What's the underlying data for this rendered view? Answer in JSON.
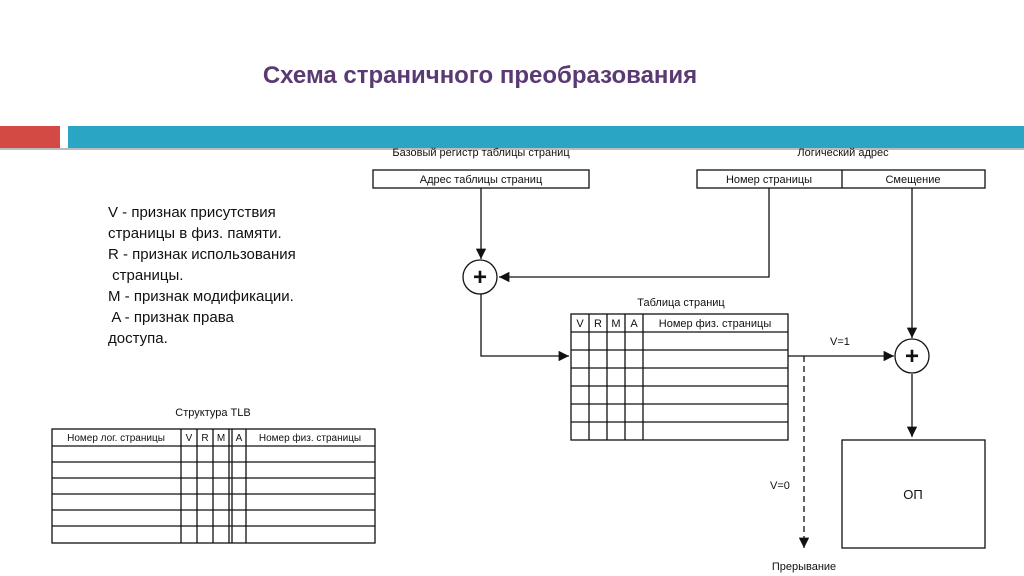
{
  "title": "Схема страничного преобразования",
  "legend": [
    "V - признак присутствия",
    "страницы в физ. памяти.",
    "R - признак использования",
    " страницы.",
    "M - признак модификации.",
    " A - признак права",
    "доступа."
  ],
  "diagram": {
    "base_register_caption": "Базовый регистр таблицы страниц",
    "base_register_box": "Адрес таблицы страниц",
    "logical_address_caption": "Логический адрес",
    "page_number_box": "Номер страницы",
    "offset_box": "Смещение",
    "page_table_caption": "Таблица страниц",
    "page_table_headers": [
      "V",
      "R",
      "M",
      "A",
      "Номер  физ. страницы"
    ],
    "tlb_caption": "Структура TLB",
    "tlb_headers": [
      "Номер  лог. страницы",
      "V",
      "R",
      "M",
      "A",
      "Номер  физ. страницы"
    ],
    "plus_sign": "+",
    "v1_label": "V=1",
    "v0_label": "V=0",
    "op_box": "ОП",
    "interrupt_label": "Прерывание"
  }
}
